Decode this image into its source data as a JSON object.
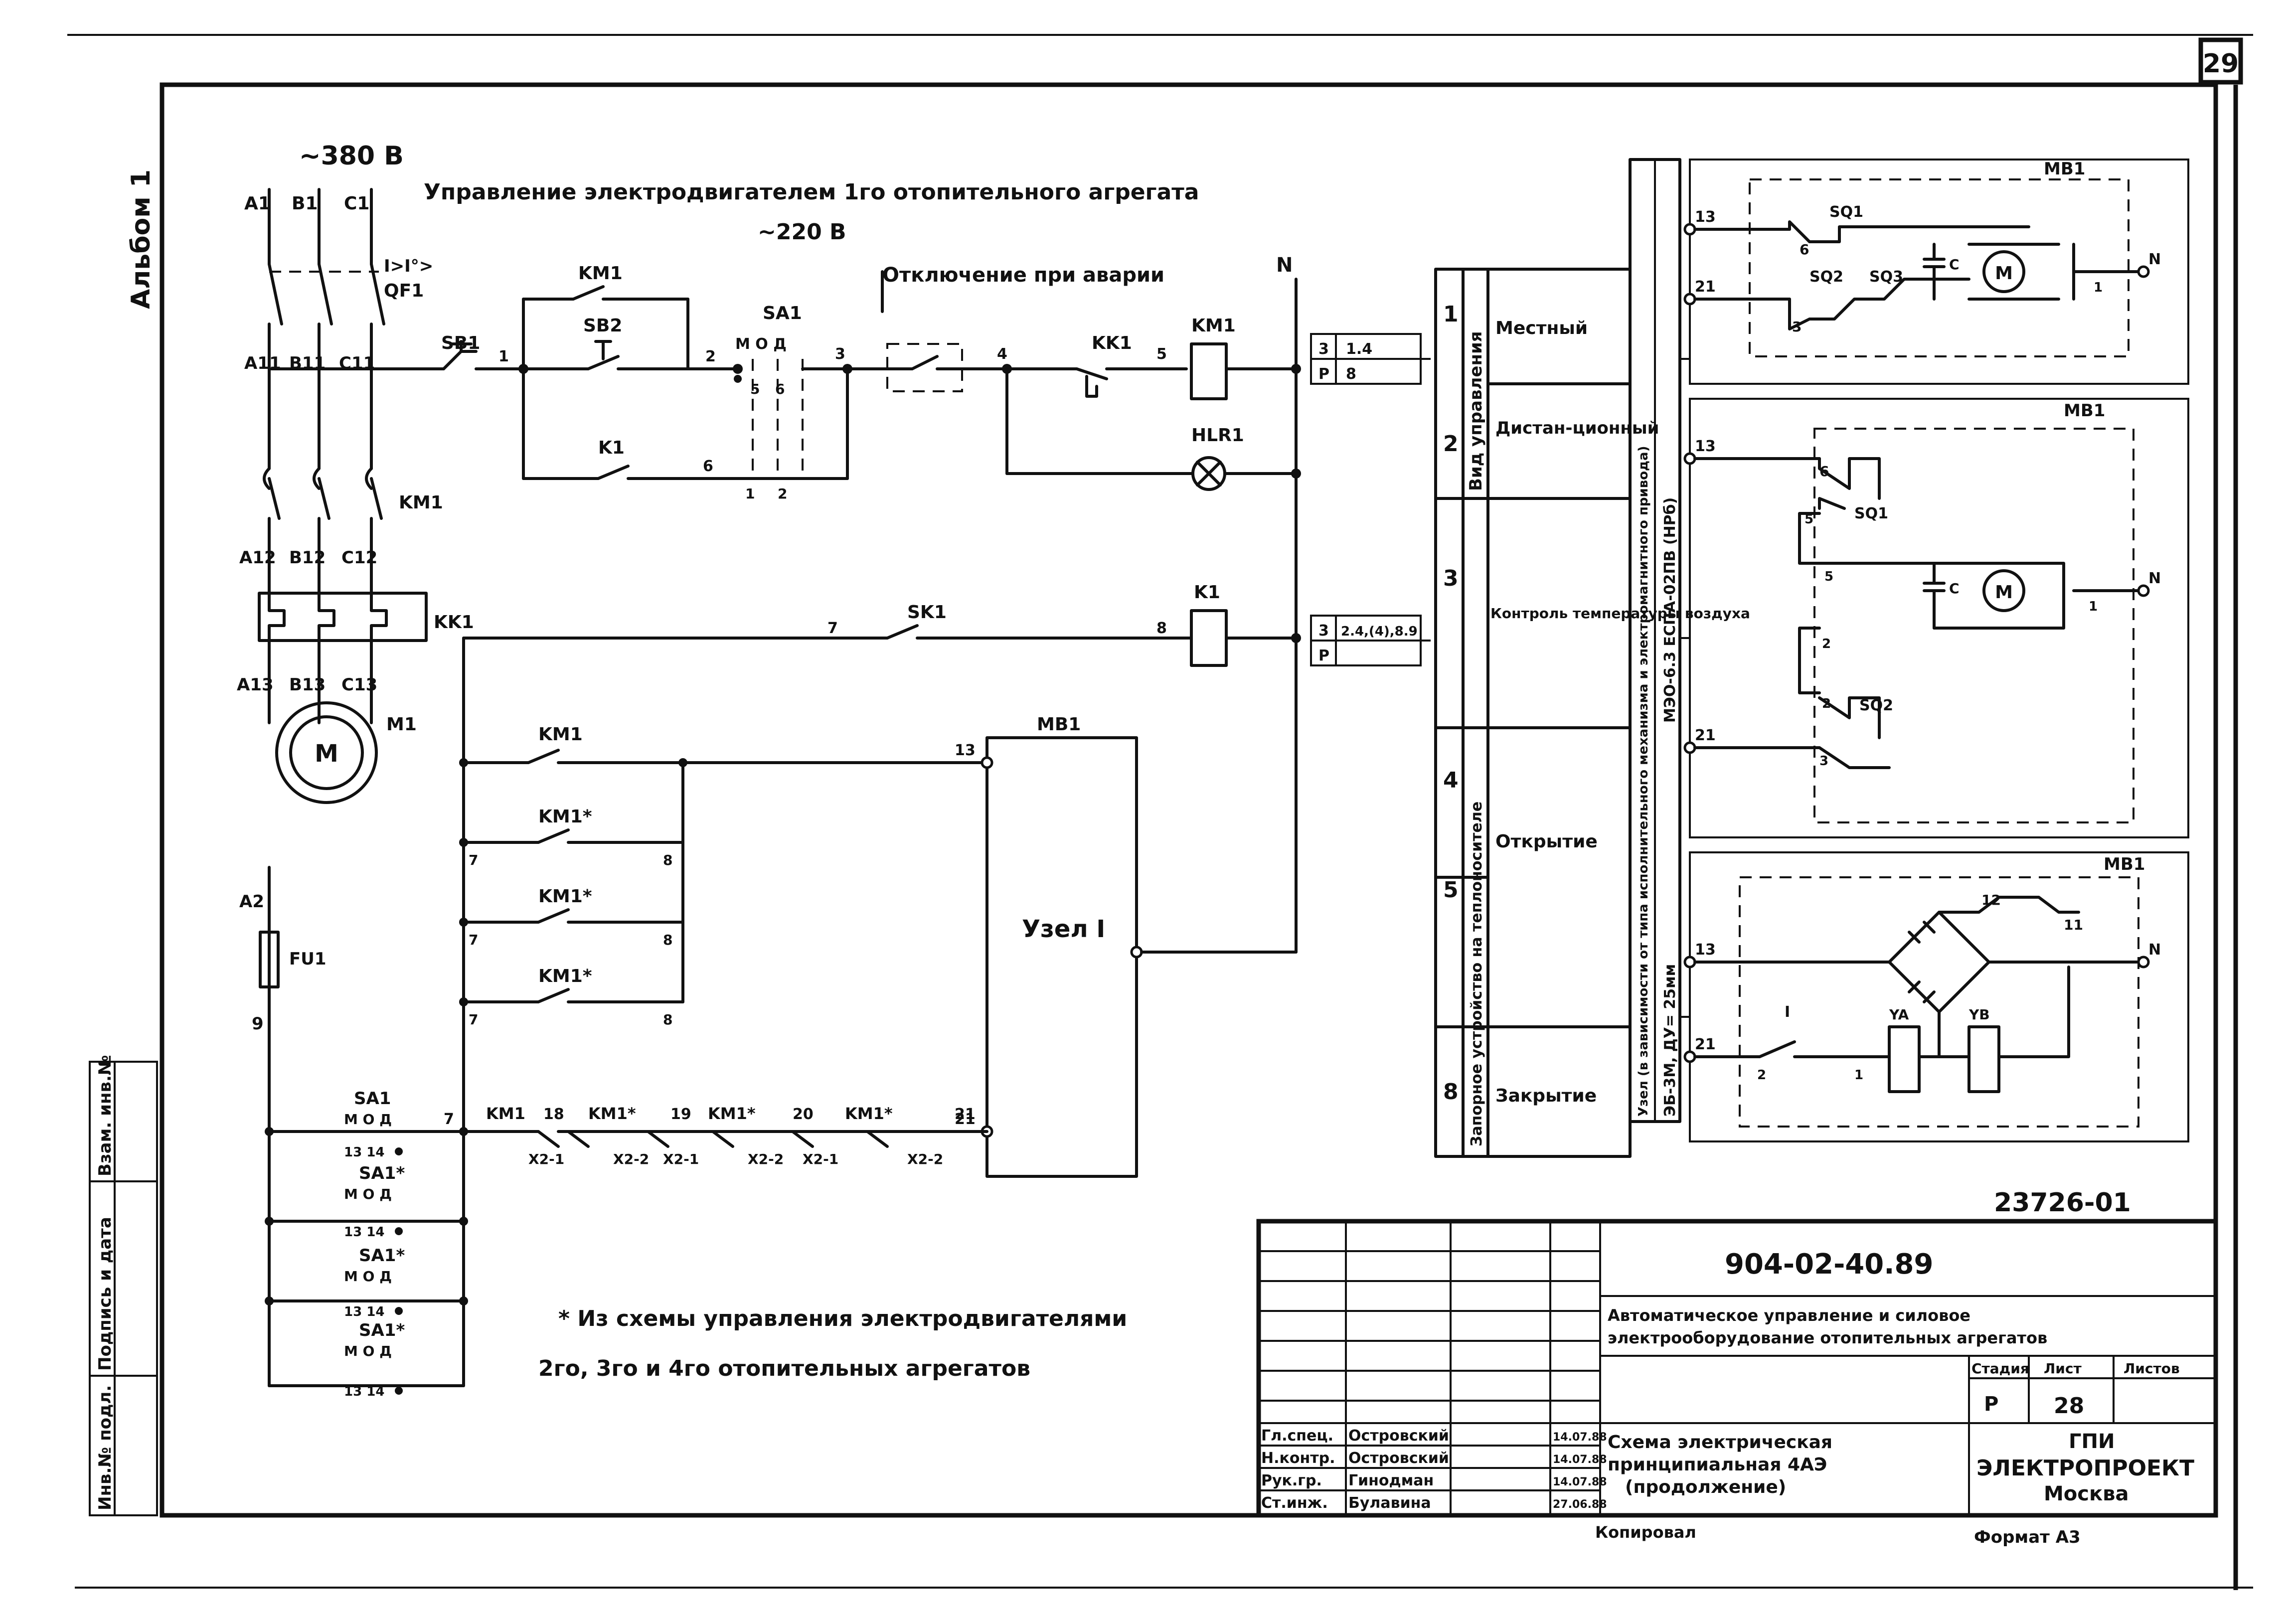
{
  "page_number": "29",
  "album": "Альбом 1",
  "supply_380": "~380 В",
  "supply_220": "~220 В",
  "title": "Управление электродвигателем 1го отопительного агрегата",
  "emergency_label": "Отключение при аварии",
  "neutral": "N",
  "power": {
    "phases": [
      "A1",
      "B1",
      "C1"
    ],
    "phases_l1": [
      "A11",
      "B11",
      "C11"
    ],
    "phases_l2": [
      "A12",
      "B12",
      "C12"
    ],
    "phases_l3": [
      "A13",
      "B13",
      "C13"
    ],
    "breaker": "QF1",
    "breaker_mark": "I>I°>",
    "contactor": "KM1",
    "relay": "KK1",
    "motor": "M1",
    "motor_symbol": "M",
    "fuse_wire": "A2",
    "fuse": "FU1",
    "fuse_out": "9"
  },
  "control": {
    "sb1": "SB1",
    "sb2": "SB2",
    "km1": "KM1",
    "k1": "K1",
    "sa1": "SA1",
    "sa_modes": "М О Д",
    "kk1": "KK1",
    "hlr1": "HLR1",
    "sk1": "SK1",
    "k1coil": "K1",
    "nodes": [
      "1",
      "2",
      "3",
      "4",
      "5",
      "6",
      "7",
      "8"
    ],
    "sa_contacts": [
      "5",
      "6",
      "1",
      "2"
    ]
  },
  "aux": {
    "contacts": [
      "KM1",
      "KM1*",
      "KM1*",
      "KM1*"
    ],
    "node_left": "7",
    "node_right": "8",
    "mb1": "MB1",
    "unit": "Узел I",
    "t13": "13",
    "t21": "21"
  },
  "bottom_chain": {
    "items": [
      "KM1",
      "18",
      "KM1*",
      "19",
      "KM1*",
      "20",
      "KM1*",
      "21"
    ],
    "terminals": [
      "X2-1",
      "X2-2",
      "X2-1",
      "X2-2",
      "X2-1",
      "X2-2"
    ],
    "node7": "7"
  },
  "sa_switches": [
    {
      "name": "SA1",
      "modes": "М О Д",
      "terms": "13 14"
    },
    {
      "name": "SA1*",
      "modes": "М О Д",
      "terms": "13 14"
    },
    {
      "name": "SA1*",
      "modes": "М О Д",
      "terms": "13 14"
    },
    {
      "name": "SA1*",
      "modes": "М О Д",
      "terms": "13 14"
    }
  ],
  "footnote_line1": "* Из схемы управления электродвигателями",
  "footnote_line2": "2го, 3го и 4го отопительных агрегатов",
  "refs": [
    {
      "a": "3",
      "b": "1.4"
    },
    {
      "a": "Р",
      "b": "8"
    },
    {
      "a": "3",
      "b": "2.4,(4),8.9"
    },
    {
      "a": "Р",
      "b": ""
    }
  ],
  "modes_table": {
    "group_a": "Вид управления",
    "group_b": "Запорное устройство на теплоносителе",
    "vertical_1": "Узел (в зависимости от типа исполнительного механизма и электромагнитного привода)",
    "vertical_2": "МЭО-6.3 ЕСПА-02ПВ (НРб)",
    "vertical_3": "ЭБ-3М, ДУ= 25мм",
    "rows": [
      {
        "num": "1",
        "label": "Местный"
      },
      {
        "num": "2",
        "label": "Дистан-ционный"
      },
      {
        "num": "3",
        "label": "Контроль температуры воздуха"
      },
      {
        "num": "4",
        "label": ""
      },
      {
        "num": "5",
        "label": "Открытие"
      },
      {
        "num": "8",
        "label": "Закрытие"
      }
    ]
  },
  "unit_diagrams": [
    {
      "title": "MB1",
      "labels": [
        "13",
        "21",
        "N",
        "SQ1",
        "SQ2",
        "SQ3",
        "C",
        "M",
        "6",
        "3",
        "1"
      ]
    },
    {
      "title": "MB1",
      "labels": [
        "13",
        "21",
        "N",
        "6",
        "SQ1",
        "5",
        "5",
        "C",
        "M",
        "1",
        "2",
        "2",
        "SQ2",
        "3"
      ]
    },
    {
      "title": "MB1",
      "labels": [
        "13",
        "21",
        "N",
        "12",
        "11",
        "YA",
        "YB",
        "I",
        "2",
        "1"
      ]
    }
  ],
  "side_stamps": [
    "Инв.№ подл.",
    "Подпись и дата",
    "Взам. инв.№"
  ],
  "doc_number": "23726-01",
  "title_block": {
    "code": "904-02-40.89",
    "project_line1": "Автоматическое управление и силовое",
    "project_line2": "электрооборудование отопительных агрегатов",
    "stage_h": "Стадия",
    "sheet_h": "Лист",
    "sheets_h": "Листов",
    "stage": "Р",
    "sheet": "28",
    "sheet_title_1": "Схема электрическая",
    "sheet_title_2": "принципиальная 4АЭ",
    "sheet_title_3": "(продолжение)",
    "org_1": "ГПИ",
    "org_2": "ЭЛЕКТРОПРОЕКТ",
    "org_3": "Москва",
    "signers": [
      {
        "role": "Гл.спец.",
        "name": "Островский",
        "date": "14.07.88"
      },
      {
        "role": "Н.контр.",
        "name": "Островский",
        "date": "14.07.88"
      },
      {
        "role": "Рук.гр.",
        "name": "Гинодман",
        "date": "14.07.88"
      },
      {
        "role": "Ст.инж.",
        "name": "Булавина",
        "date": "27.06.88"
      }
    ],
    "copied": "Копировал",
    "format": "Формат А3"
  }
}
